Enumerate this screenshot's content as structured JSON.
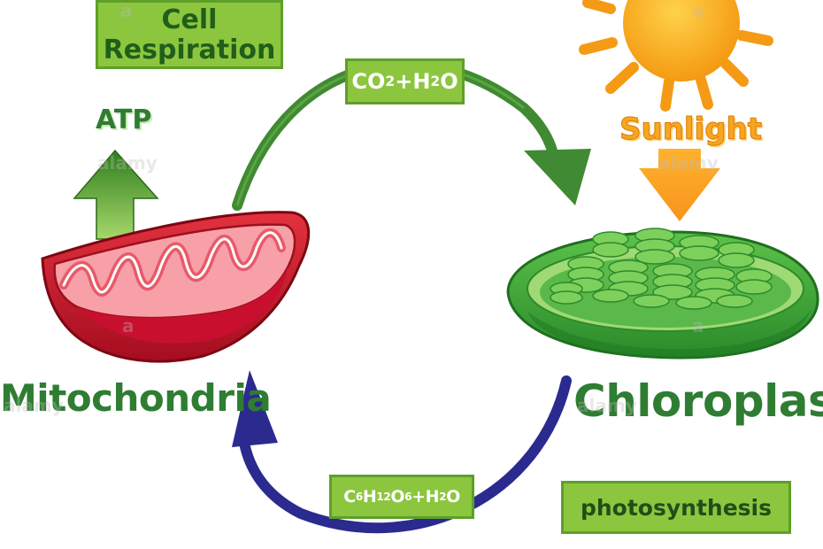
{
  "labels": {
    "cell_respiration_line1": "Cell",
    "cell_respiration_line2": "Respiration",
    "co2_h2o": {
      "a": "CO",
      "a_sub": "2",
      "plus": " +",
      "b": "H",
      "b_sub": "2",
      "c": "O"
    },
    "glucose_h2o": {
      "c": "C",
      "c_sub": "6",
      "h": "H",
      "h_sub": "12",
      "o": "O",
      "o_sub": "6",
      "plus": " + ",
      "h2": "H",
      "h2_sub": "2",
      "o2": "O"
    },
    "atp": "ATP",
    "sunlight": "Sunlight",
    "mitochondria": "Mitochondria",
    "chloroplast": "Chloroplast",
    "photosynthesis": "photosynthesis"
  },
  "watermark": {
    "text_a": "alamy",
    "text_b": "a"
  },
  "colors": {
    "label_box_fill": "#8cc63f",
    "label_box_border": "#5e9f2a",
    "title_green": "#2e7d32",
    "arrow_top_green": "#3f8a32",
    "arrow_bottom_blue": "#2b2a8f",
    "mitochondria_red": "#c8102e",
    "chloroplast_green": "#3fae3a",
    "sun_orange": "#f5a623"
  }
}
